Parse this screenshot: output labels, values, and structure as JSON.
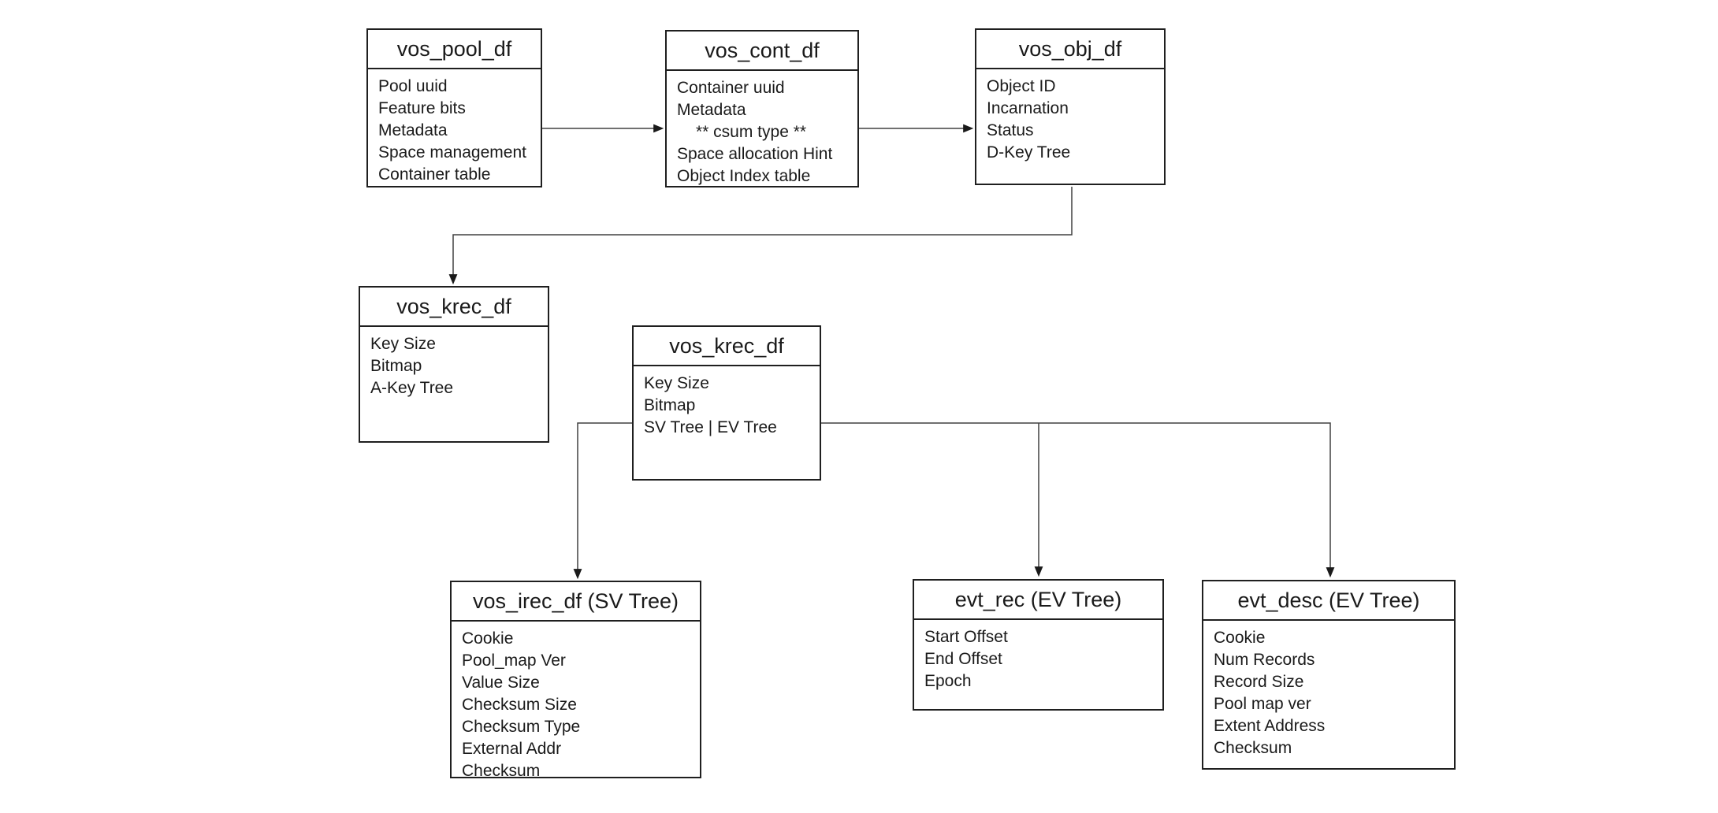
{
  "diagram": {
    "background_color": "#ffffff",
    "box_border_color": "#1f1f1f",
    "connector_color": "#404040",
    "text_color": "#1a1a1a",
    "nodes": [
      {
        "title": "vos_pool_df",
        "fields": [
          "Pool uuid",
          "Feature bits",
          "Metadata",
          "Space management",
          "Container table"
        ]
      },
      {
        "title": "vos_cont_df",
        "fields": [
          "Container uuid",
          "Metadata",
          "** csum type **",
          "Space allocation Hint",
          "Object Index table"
        ]
      },
      {
        "title": "vos_obj_df",
        "fields": [
          "Object ID",
          "Incarnation",
          "Status",
          "D-Key Tree"
        ]
      },
      {
        "title": "vos_krec_df",
        "fields": [
          "Key Size",
          "Bitmap",
          "A-Key Tree"
        ]
      },
      {
        "title": "vos_krec_df",
        "fields": [
          "Key Size",
          "Bitmap",
          "SV Tree | EV Tree"
        ]
      },
      {
        "title": "vos_irec_df (SV Tree)",
        "fields": [
          "Cookie",
          "Pool_map Ver",
          "Value Size",
          "Checksum Size",
          "Checksum Type",
          "External Addr",
          "Checksum"
        ]
      },
      {
        "title": "evt_rec (EV Tree)",
        "fields": [
          "Start Offset",
          "End Offset",
          "Epoch"
        ]
      },
      {
        "title": "evt_desc (EV Tree)",
        "fields": [
          "Cookie",
          "Num Records",
          "Record Size",
          "Pool map ver",
          "Extent Address",
          "Checksum"
        ]
      }
    ],
    "edges": [
      {
        "from": "vos_pool_df",
        "to": "vos_cont_df"
      },
      {
        "from": "vos_cont_df",
        "to": "vos_obj_df"
      },
      {
        "from": "vos_obj_df",
        "to": "vos_krec_df (A-Key Tree)"
      },
      {
        "from": "vos_krec_df (SV Tree | EV Tree)",
        "to": "vos_irec_df (SV Tree)"
      },
      {
        "from": "vos_krec_df (SV Tree | EV Tree)",
        "to": "evt_rec (EV Tree)"
      },
      {
        "from": "vos_krec_df (SV Tree | EV Tree)",
        "to": "evt_desc (EV Tree)"
      }
    ]
  }
}
